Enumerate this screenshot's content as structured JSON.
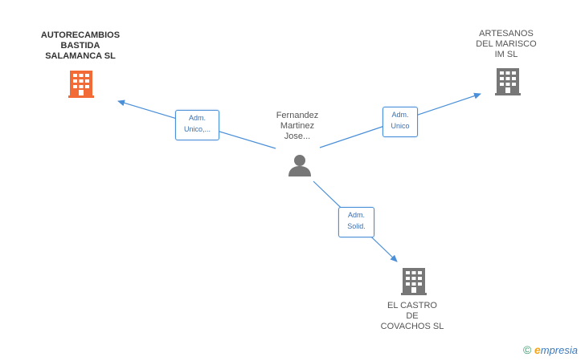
{
  "nodes": {
    "autorecambios": {
      "name": "AUTORECAMBIOS\nBASTIDA\nSALAMANCA SL",
      "icon": "building-icon",
      "color": "#f26b36"
    },
    "artesanos": {
      "name": "ARTESANOS\nDEL MARISCO\nIM SL",
      "icon": "building-icon",
      "color": "#777777"
    },
    "castro": {
      "name": "EL CASTRO\nDE\nCOVACHOS SL",
      "icon": "building-icon",
      "color": "#777777"
    },
    "person": {
      "name": "Fernandez\nMartinez\nJose...",
      "icon": "person-icon",
      "color": "#777777"
    }
  },
  "edges": {
    "to_autorecambios": {
      "role": "Adm.\nUnico,..."
    },
    "to_artesanos": {
      "role": "Adm.\nUnico"
    },
    "to_castro": {
      "role": "Adm.\nSolid."
    }
  },
  "edge_color": "#4a8fd8",
  "watermark": {
    "copyright": "©",
    "brand_initial": "e",
    "brand_rest": "mpresia"
  }
}
